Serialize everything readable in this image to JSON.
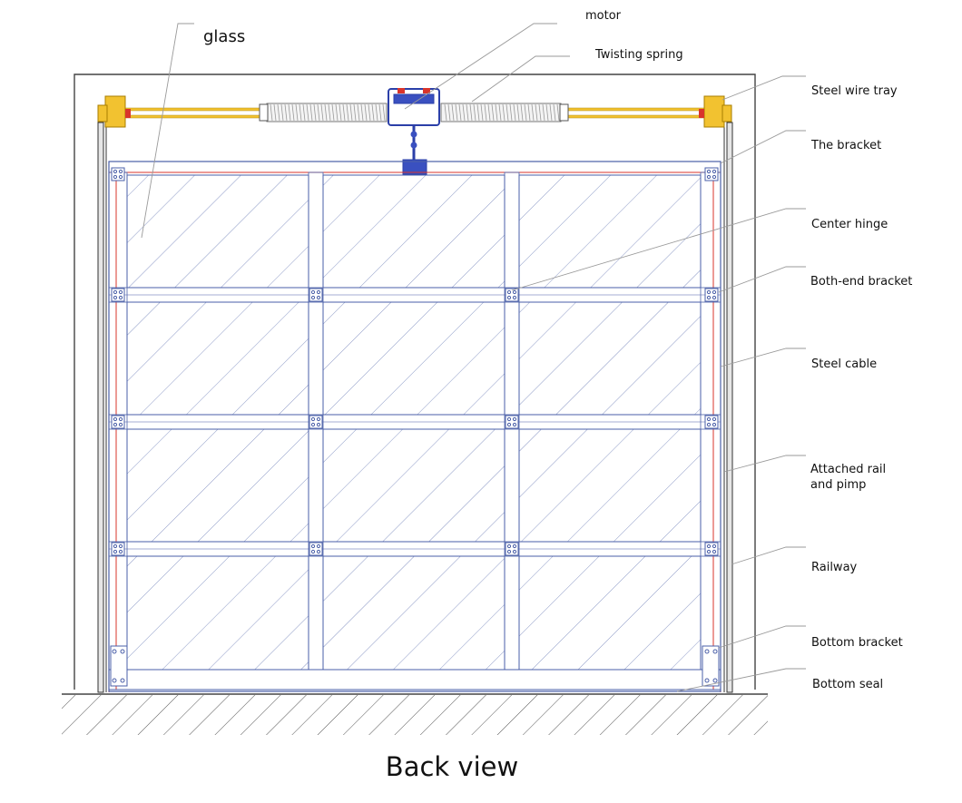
{
  "labels": {
    "glass": "glass",
    "motor": "motor",
    "twisting_spring": "Twisting spring",
    "steel_wire_tray": "Steel wire tray",
    "the_bracket": "The bracket",
    "center_hinge": "Center hinge",
    "both_end_bracket": "Both-end bracket",
    "steel_cable": "Steel cable",
    "attached_rail_line1": "Attached rail",
    "attached_rail_line2": "and pimp",
    "railway": "Railway",
    "bottom_bracket": "Bottom bracket",
    "bottom_seal": "Bottom seal"
  },
  "caption": "Back view",
  "colors": {
    "outline": "#4a5fa8",
    "frame": "#444444",
    "spring_mount": "#f2c230",
    "cable_red": "#d9342b",
    "leader": "#9a9a9a"
  }
}
